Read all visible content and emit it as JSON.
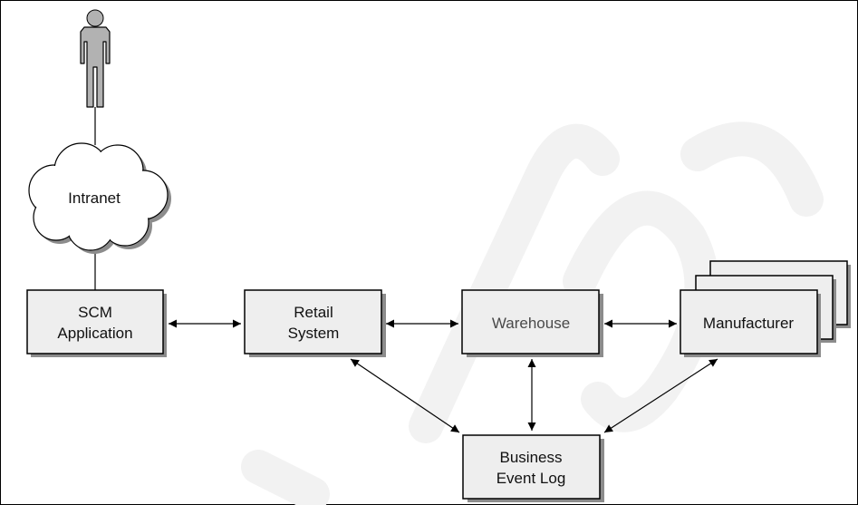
{
  "nodes": {
    "intranet": {
      "label": "Intranet"
    },
    "scm": {
      "line1": "SCM",
      "line2": "Application"
    },
    "retail": {
      "line1": "Retail",
      "line2": "System"
    },
    "warehouse": {
      "label": "Warehouse"
    },
    "manufacturer": {
      "label": "Manufacturer"
    },
    "event_log": {
      "line1": "Business",
      "line2": "Event Log"
    }
  },
  "colors": {
    "box_fill": "#eeeeee",
    "box_stroke": "#000000",
    "shadow": "#8c8c8c",
    "person": "#b2b2b2",
    "watermark": "#f2f2f2"
  },
  "icons": [
    "person-icon",
    "cloud-icon"
  ]
}
